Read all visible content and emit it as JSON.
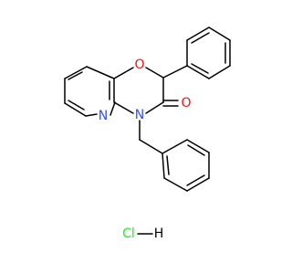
{
  "molecule": {
    "atoms": {
      "O1": {
        "label": "O",
        "color": "#ff0d0d"
      },
      "O2": {
        "label": "O",
        "color": "#ff0d0d"
      },
      "N_pyr": {
        "label": "N",
        "color": "#3050f8"
      },
      "N_ring": {
        "label": "N",
        "color": "#3050f8"
      }
    },
    "salt": {
      "left": "Cl",
      "bond": "—",
      "right": "H",
      "color_cl": "#1ff01f",
      "color_h": "#000000"
    }
  }
}
